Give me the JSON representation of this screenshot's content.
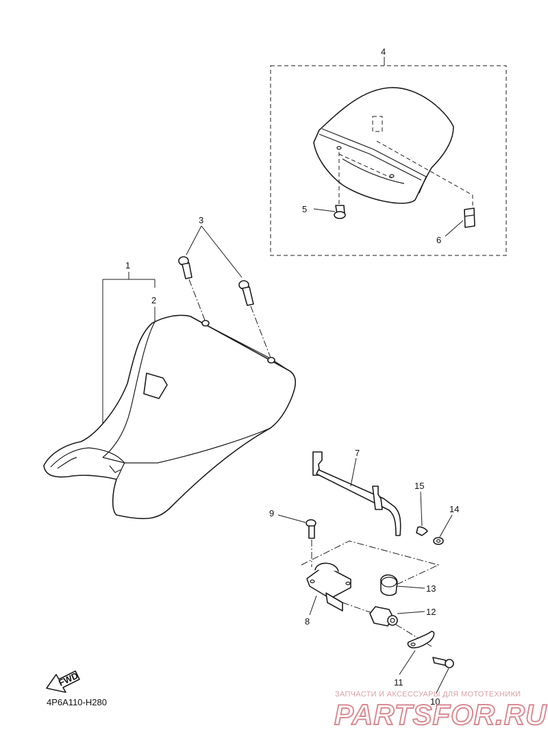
{
  "callouts": {
    "c1": "1",
    "c2": "2",
    "c3": "3",
    "c4": "4",
    "c5": "5",
    "c6": "6",
    "c7": "7",
    "c8": "8",
    "c9": "9",
    "c10": "10",
    "c11": "11",
    "c12": "12",
    "c13": "13",
    "c14": "14",
    "c15": "15"
  },
  "fwd_label": "FWD",
  "diagram_code": "4P6A110-H280",
  "watermark": {
    "tagline": "ЗАПЧАСТИ И АКСЕССУАРЫ ДЛЯ МОТОТЕХНИКИ",
    "brand": "PARTSFOR.RU"
  },
  "icons": [
    "fwd-arrow-icon"
  ],
  "colors": {
    "line": "#1a1a1a",
    "watermark": "#d98a92"
  }
}
